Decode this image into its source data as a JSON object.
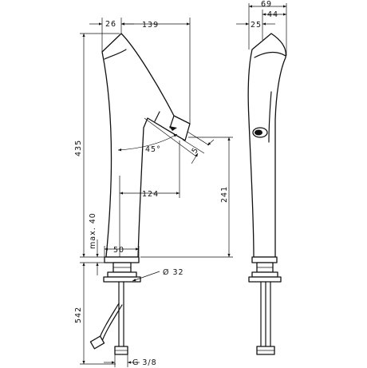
{
  "dimensions": {
    "top_left_26": "26",
    "top_width_139": "139",
    "height_435": "435",
    "angle_45": "45°",
    "spout_5": "5",
    "reach_124": "124",
    "spout_height_241": "241",
    "max_40": "max. 40",
    "base_50": "50",
    "thread_32": "Ø 32",
    "hose_542": "542",
    "connection_g38": "G 3/8",
    "side_69": "69",
    "side_44": "44",
    "side_25": "25"
  }
}
